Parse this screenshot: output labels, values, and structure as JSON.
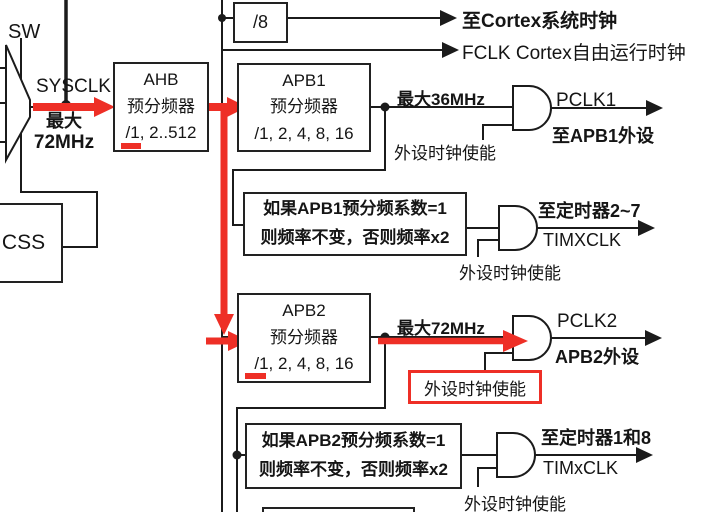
{
  "colors": {
    "accent_red": "#ee2f26",
    "line_black": "#1b1b1b",
    "background": "#ffffff"
  },
  "top": {
    "div8_label": "/8",
    "to_cortex_system_clock": "至Cortex系统时钟",
    "fclk_free_running": "FCLK Cortex自由运行时钟"
  },
  "mux": {
    "sw_label": "SW",
    "sysclk_label": "SYSCLK",
    "max_line1": "最大",
    "max_line2": "72MHz"
  },
  "css_box": {
    "label": "CSS"
  },
  "ahb": {
    "title": "AHB",
    "subtitle": "预分频器",
    "range": "/1, 2..512"
  },
  "apb1": {
    "title": "APB1",
    "subtitle": "预分频器",
    "range": "/1, 2, 4, 8, 16",
    "max": "最大36MHz",
    "enable": "外设时钟使能",
    "clock": "PCLK1",
    "dest": "至APB1外设",
    "note1": "如果APB1预分频系数=1",
    "note2": "则频率不变，否则频率x2",
    "timer_dest": "至定时器2~7",
    "timer_clock": "TIMXCLK",
    "timer_enable": "外设时钟使能"
  },
  "apb2": {
    "title": "APB2",
    "subtitle": "预分频器",
    "range": "/1, 2, 4, 8, 16",
    "max": "最大72MHz",
    "enable": "外设时钟使能",
    "clock": "PCLK2",
    "dest": "APB2外设",
    "note1": "如果APB2预分频系数=1",
    "note2": "则频率不变，否则频率x2",
    "timer_dest": "至定时器1和8",
    "timer_clock": "TIMxCLK",
    "timer_enable": "外设时钟使能"
  }
}
